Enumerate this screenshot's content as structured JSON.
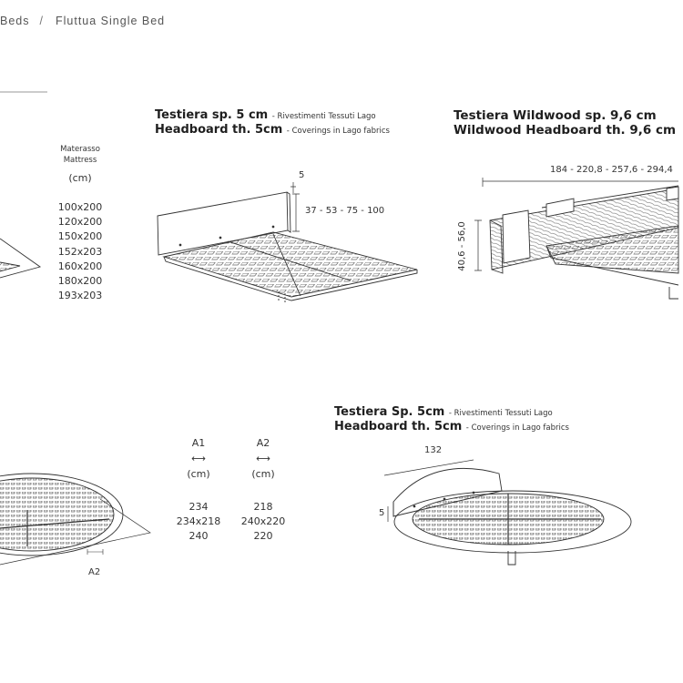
{
  "breadcrumb": {
    "parent": "Beds",
    "separator": "/",
    "current": "Fluttua Single Bed"
  },
  "mattress": {
    "label_it": "Materasso",
    "label_en": "Mattress",
    "unit": "(cm)",
    "sizes": [
      "100x200",
      "120x200",
      "150x200",
      "152x203",
      "160x200",
      "180x200",
      "193x203"
    ]
  },
  "headboard_5cm": {
    "title_it": "Testiera sp. 5 cm",
    "note_it": "- Rivestimenti Tessuti Lago",
    "title_en": "Headboard th. 5cm",
    "note_en": "- Coverings in Lago fabrics",
    "dim_thickness": "5",
    "dim_heights": "37 - 53 - 75 - 100"
  },
  "headboard_wildwood": {
    "title_it": "Testiera Wildwood sp. 9,6 cm",
    "title_en": "Wildwood Headboard th. 9,6 cm",
    "dim_widths": "184 - 220,8 - 257,6 - 294,4",
    "dim_heights": "40,6 - 56,0"
  },
  "round_dimensions": {
    "col1": {
      "header": "A1",
      "arrow": "⟷",
      "unit": "(cm)",
      "values": [
        "234",
        "234x218",
        "240"
      ]
    },
    "col2": {
      "header": "A2",
      "arrow": "⟷",
      "unit": "(cm)",
      "values": [
        "218",
        "240x220",
        "220"
      ]
    },
    "marker_a2": "A2"
  },
  "round_headboard": {
    "title_it": "Testiera Sp. 5cm",
    "note_it": "- Rivestimenti Tessuti Lago",
    "title_en": "Headboard th. 5cm",
    "note_en": "- Coverings in Lago fabrics",
    "dim_width": "132",
    "dim_thickness": "5"
  }
}
